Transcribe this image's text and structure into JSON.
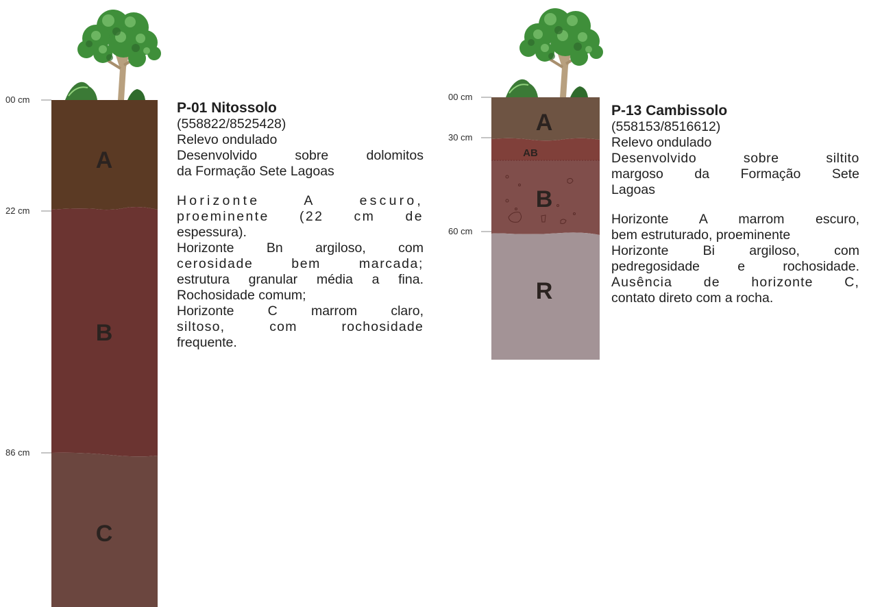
{
  "profiles": [
    {
      "title": "P-01 Nitossolo",
      "coords": "(558822/8525428)",
      "relief": "Relevo ondulado",
      "parent": [
        "Desenvolvido sobre dolomitos",
        "da Formação Sete Lagoas"
      ],
      "description": [
        "Horizonte A escuro,",
        "proeminente (22 cm de",
        "espessura).",
        "Horizonte Bn argiloso, com",
        "cerosidade bem marcada;",
        "estrutura granular média a fina.",
        "Rochosidade comum;",
        "Horizonte C marrom claro,",
        "siltoso, com rochosidade",
        "frequente."
      ],
      "depths": [
        "00 cm",
        "22 cm",
        "86 cm"
      ],
      "horizons": [
        {
          "label": "A",
          "color": "#5b3a24"
        },
        {
          "label": "B",
          "color": "#6b3431"
        },
        {
          "label": "C",
          "color": "#6b463f"
        }
      ]
    },
    {
      "title": "P-13 Cambissolo",
      "coords": "(558153/8516612)",
      "relief": "Relevo ondulado",
      "parent": [
        "Desenvolvido sobre siltito",
        "margoso da Formação Sete",
        "Lagoas"
      ],
      "description": [
        "Horizonte A marrom escuro,",
        "bem estruturado, proeminente",
        "Horizonte Bi argiloso, com",
        "pedregosidade e rochosidade.",
        "Ausência de horizonte C,",
        "contato direto com a rocha."
      ],
      "depths": [
        "00 cm",
        "30 cm",
        "60 cm"
      ],
      "horizons": [
        {
          "label": "A",
          "color": "#6e5443"
        },
        {
          "label": "AB",
          "color": "#80403a"
        },
        {
          "label": "B",
          "color": "#804e4b"
        },
        {
          "label": "R",
          "color": "#a39396"
        }
      ]
    }
  ],
  "colors": {
    "foliage": "#3f8f3a",
    "foliage_light": "#7cc26e",
    "trunk": "#b59a7a",
    "tick": "#888888",
    "horizon_label": "#2b2320"
  }
}
